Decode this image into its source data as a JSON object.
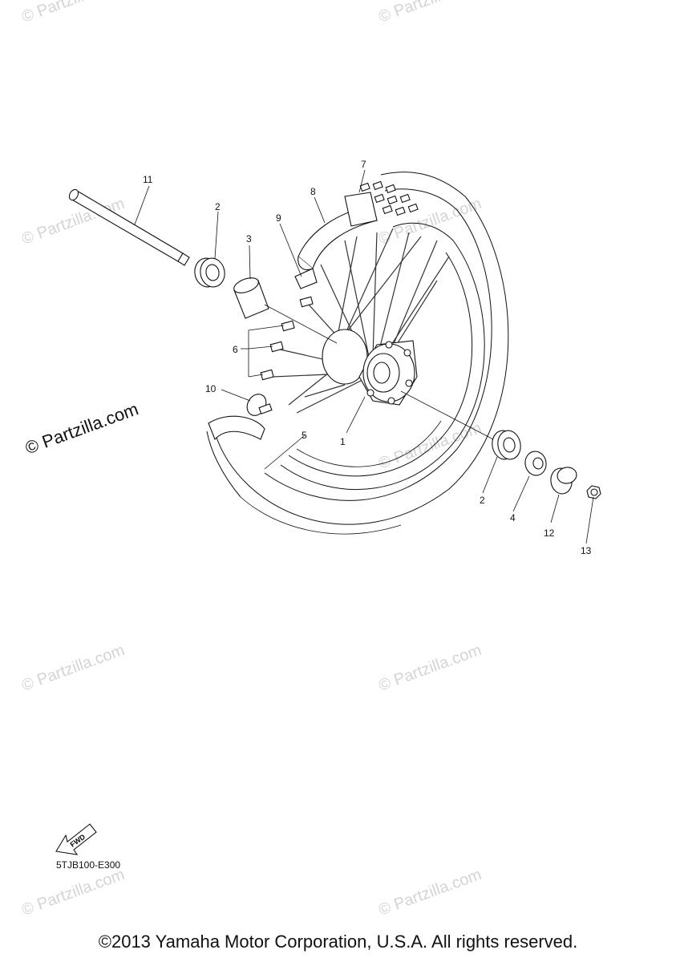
{
  "watermark_text": "© Partzilla.com",
  "partzilla_mark": "© Partzilla.com",
  "callouts": {
    "c1": "1",
    "c2a": "2",
    "c2b": "2",
    "c3": "3",
    "c4": "4",
    "c5": "5",
    "c6": "6",
    "c7": "7",
    "c8": "8",
    "c9": "9",
    "c10": "10",
    "c11": "11",
    "c12": "12",
    "c13": "13"
  },
  "fwd_label": "FWD",
  "diagram_code": "5TJB100-E300",
  "copyright": "©2013 Yamaha Motor Corporation, U.S.A. All rights reserved."
}
